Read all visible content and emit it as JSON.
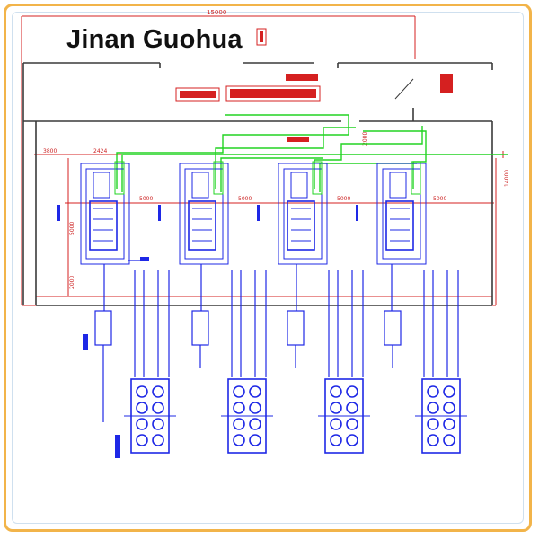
{
  "brand": "Jinan Guohua",
  "colors": {
    "frame": "#f2b44a",
    "wall": "#333333",
    "dimension": "#d52020",
    "equipment": "#1e28e6",
    "cable": "#22d422"
  },
  "dimensions": {
    "total_width": "15000",
    "room_height": "14000",
    "left_offset": "3800",
    "unit_offset": "2424",
    "spacing_1": "5000",
    "spacing_2": "5000",
    "spacing_3": "5000",
    "spacing_4": "5000",
    "vertical_1": "5000",
    "vertical_2": "2000",
    "right_label": "2000"
  }
}
